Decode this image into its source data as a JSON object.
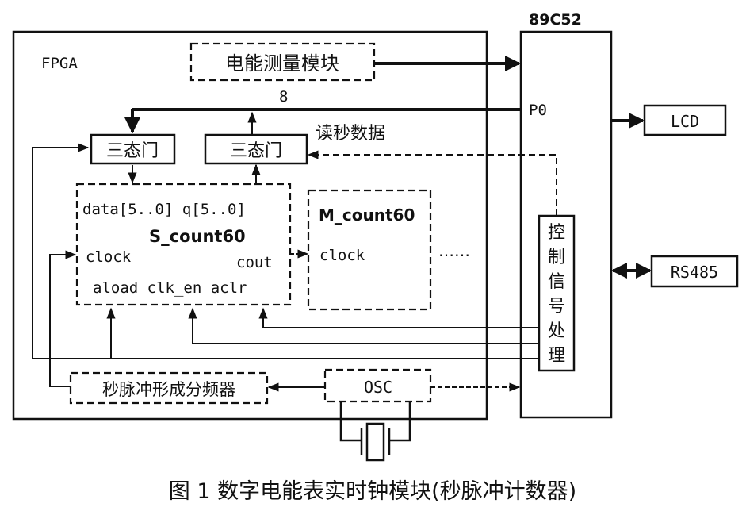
{
  "labels": {
    "fpga": "FPGA",
    "mcu": "89C52",
    "energy_module": "电能测量模块",
    "bus_width": "8",
    "port_p0": "P0",
    "read_seconds": "读秒数据",
    "tristate_left": "三态门",
    "tristate_right": "三态门",
    "s_ports_top": "data[5..0] q[5..0]",
    "s_name": "S_count60",
    "s_clock": "clock",
    "s_cout": "cout",
    "s_ports_bottom": "aload clk_en aclr",
    "m_name": "M_count60",
    "m_clock": "clock",
    "ellipsis": "……",
    "ctrl_chars": [
      "控",
      "制",
      "信",
      "号",
      "处",
      "理"
    ],
    "lcd": "LCD",
    "rs485": "RS485",
    "divider": "秒脉冲形成分频器",
    "osc": "OSC",
    "caption": "图 1  数字电能表实时钟模块(秒脉冲计数器)"
  }
}
